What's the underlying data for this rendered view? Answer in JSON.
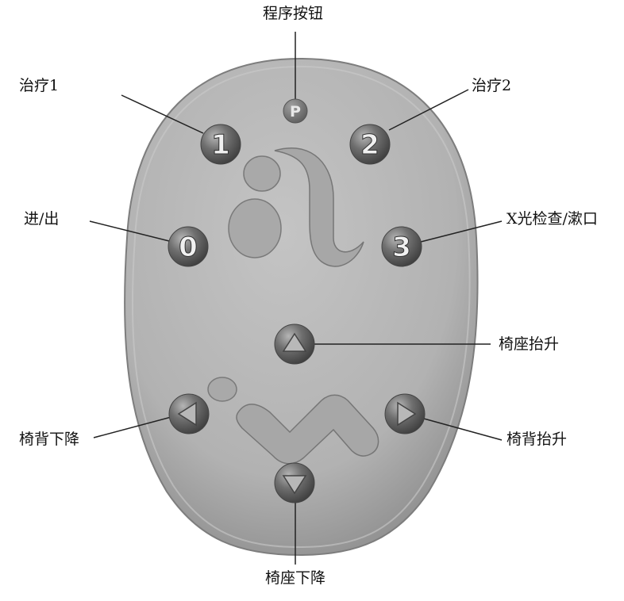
{
  "labels": {
    "program": "程序按钮",
    "treat1": "治疗1",
    "treat2": "治疗2",
    "inout": "进/出",
    "xray": "X光检查/漱口",
    "seat_up": "椅座抬升",
    "back_down": "椅背下降",
    "back_up": "椅背抬升",
    "seat_down": "椅座下降"
  },
  "buttons": {
    "p": "P",
    "one": "1",
    "two": "2",
    "zero": "0",
    "three": "3"
  },
  "colors": {
    "panel": "#b3b3b3",
    "panel_edge": "#8f8f8f",
    "button": "#6e6e6e",
    "button_text": "#f2f2f2",
    "logo": "#a7a7a7"
  },
  "icons": {
    "seat_up": "triangle-up-icon",
    "seat_down": "triangle-down-icon",
    "back_down": "triangle-left-icon",
    "back_up": "triangle-right-icon"
  }
}
